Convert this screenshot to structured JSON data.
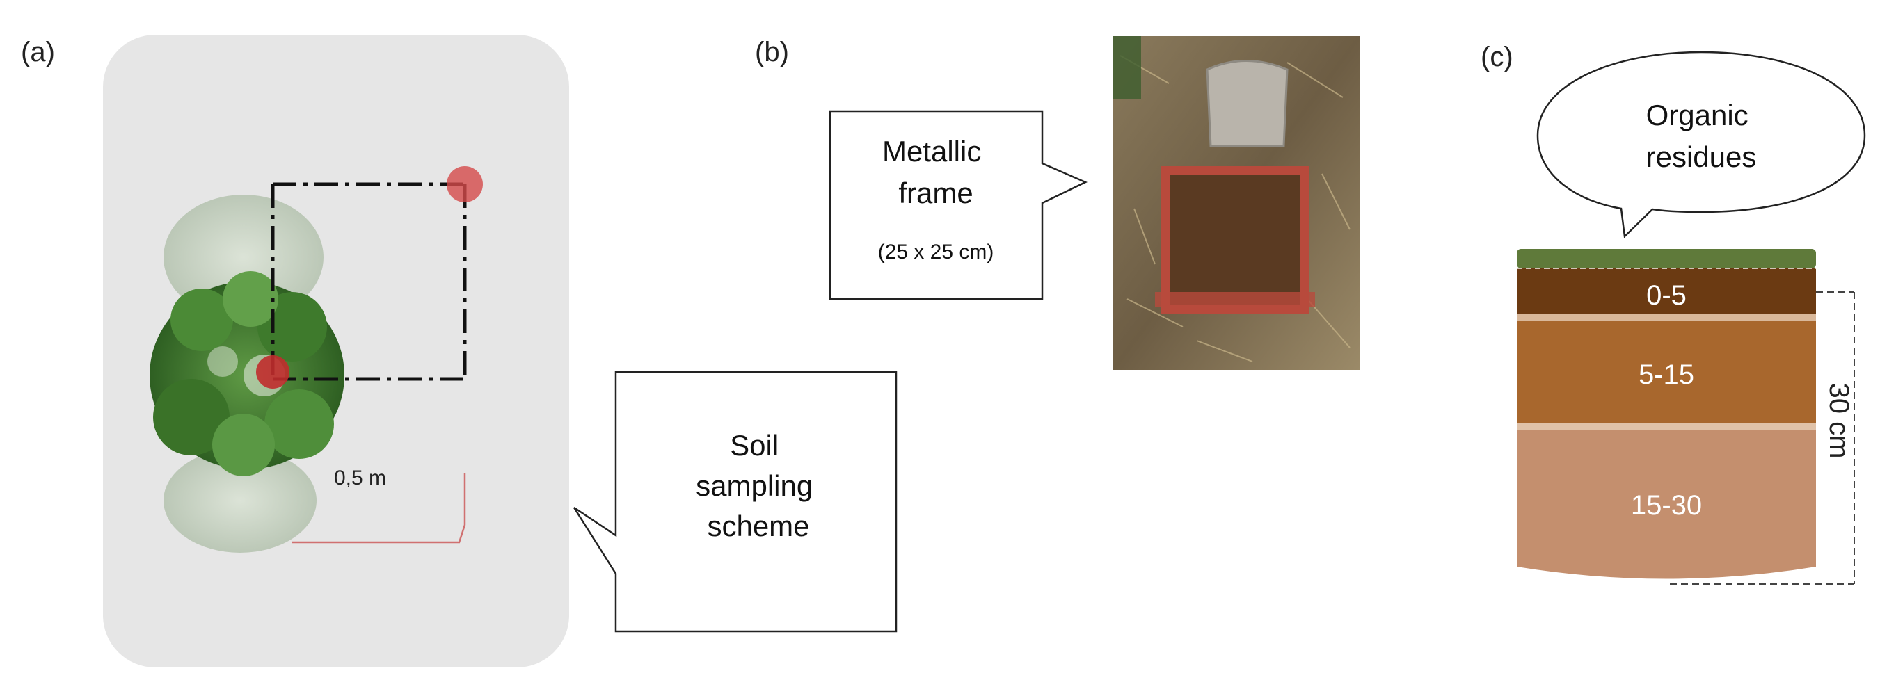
{
  "panels": {
    "a": {
      "label": "(a)",
      "distance_label": "0,5 m",
      "callout": [
        "Soil",
        "sampling",
        "scheme"
      ]
    },
    "b": {
      "label": "(b)",
      "callout": [
        "Metallic",
        "frame"
      ],
      "callout_note": "(25 x 25 cm)"
    },
    "c": {
      "label": "(c)",
      "callout": [
        "Organic",
        "residues"
      ],
      "layers": [
        "0-5",
        "5-15",
        "15-30"
      ],
      "depth_label": "30 cm"
    }
  },
  "colors": {
    "panel_a_bg": "#e6e6e6",
    "sample_point": "#d44a4a",
    "tree_dark": "#3f7a2e",
    "tree_light": "#c4cfc0",
    "residue_layer": "#5f7a3a",
    "layer_0_5": "#6b3a12",
    "layer_5_15": "#a8672d",
    "layer_15_30": "#c48f6e",
    "frame": "#b84a3c"
  },
  "icons": [
    "tree-canopy-icon",
    "soil-frame-photo-icon"
  ]
}
